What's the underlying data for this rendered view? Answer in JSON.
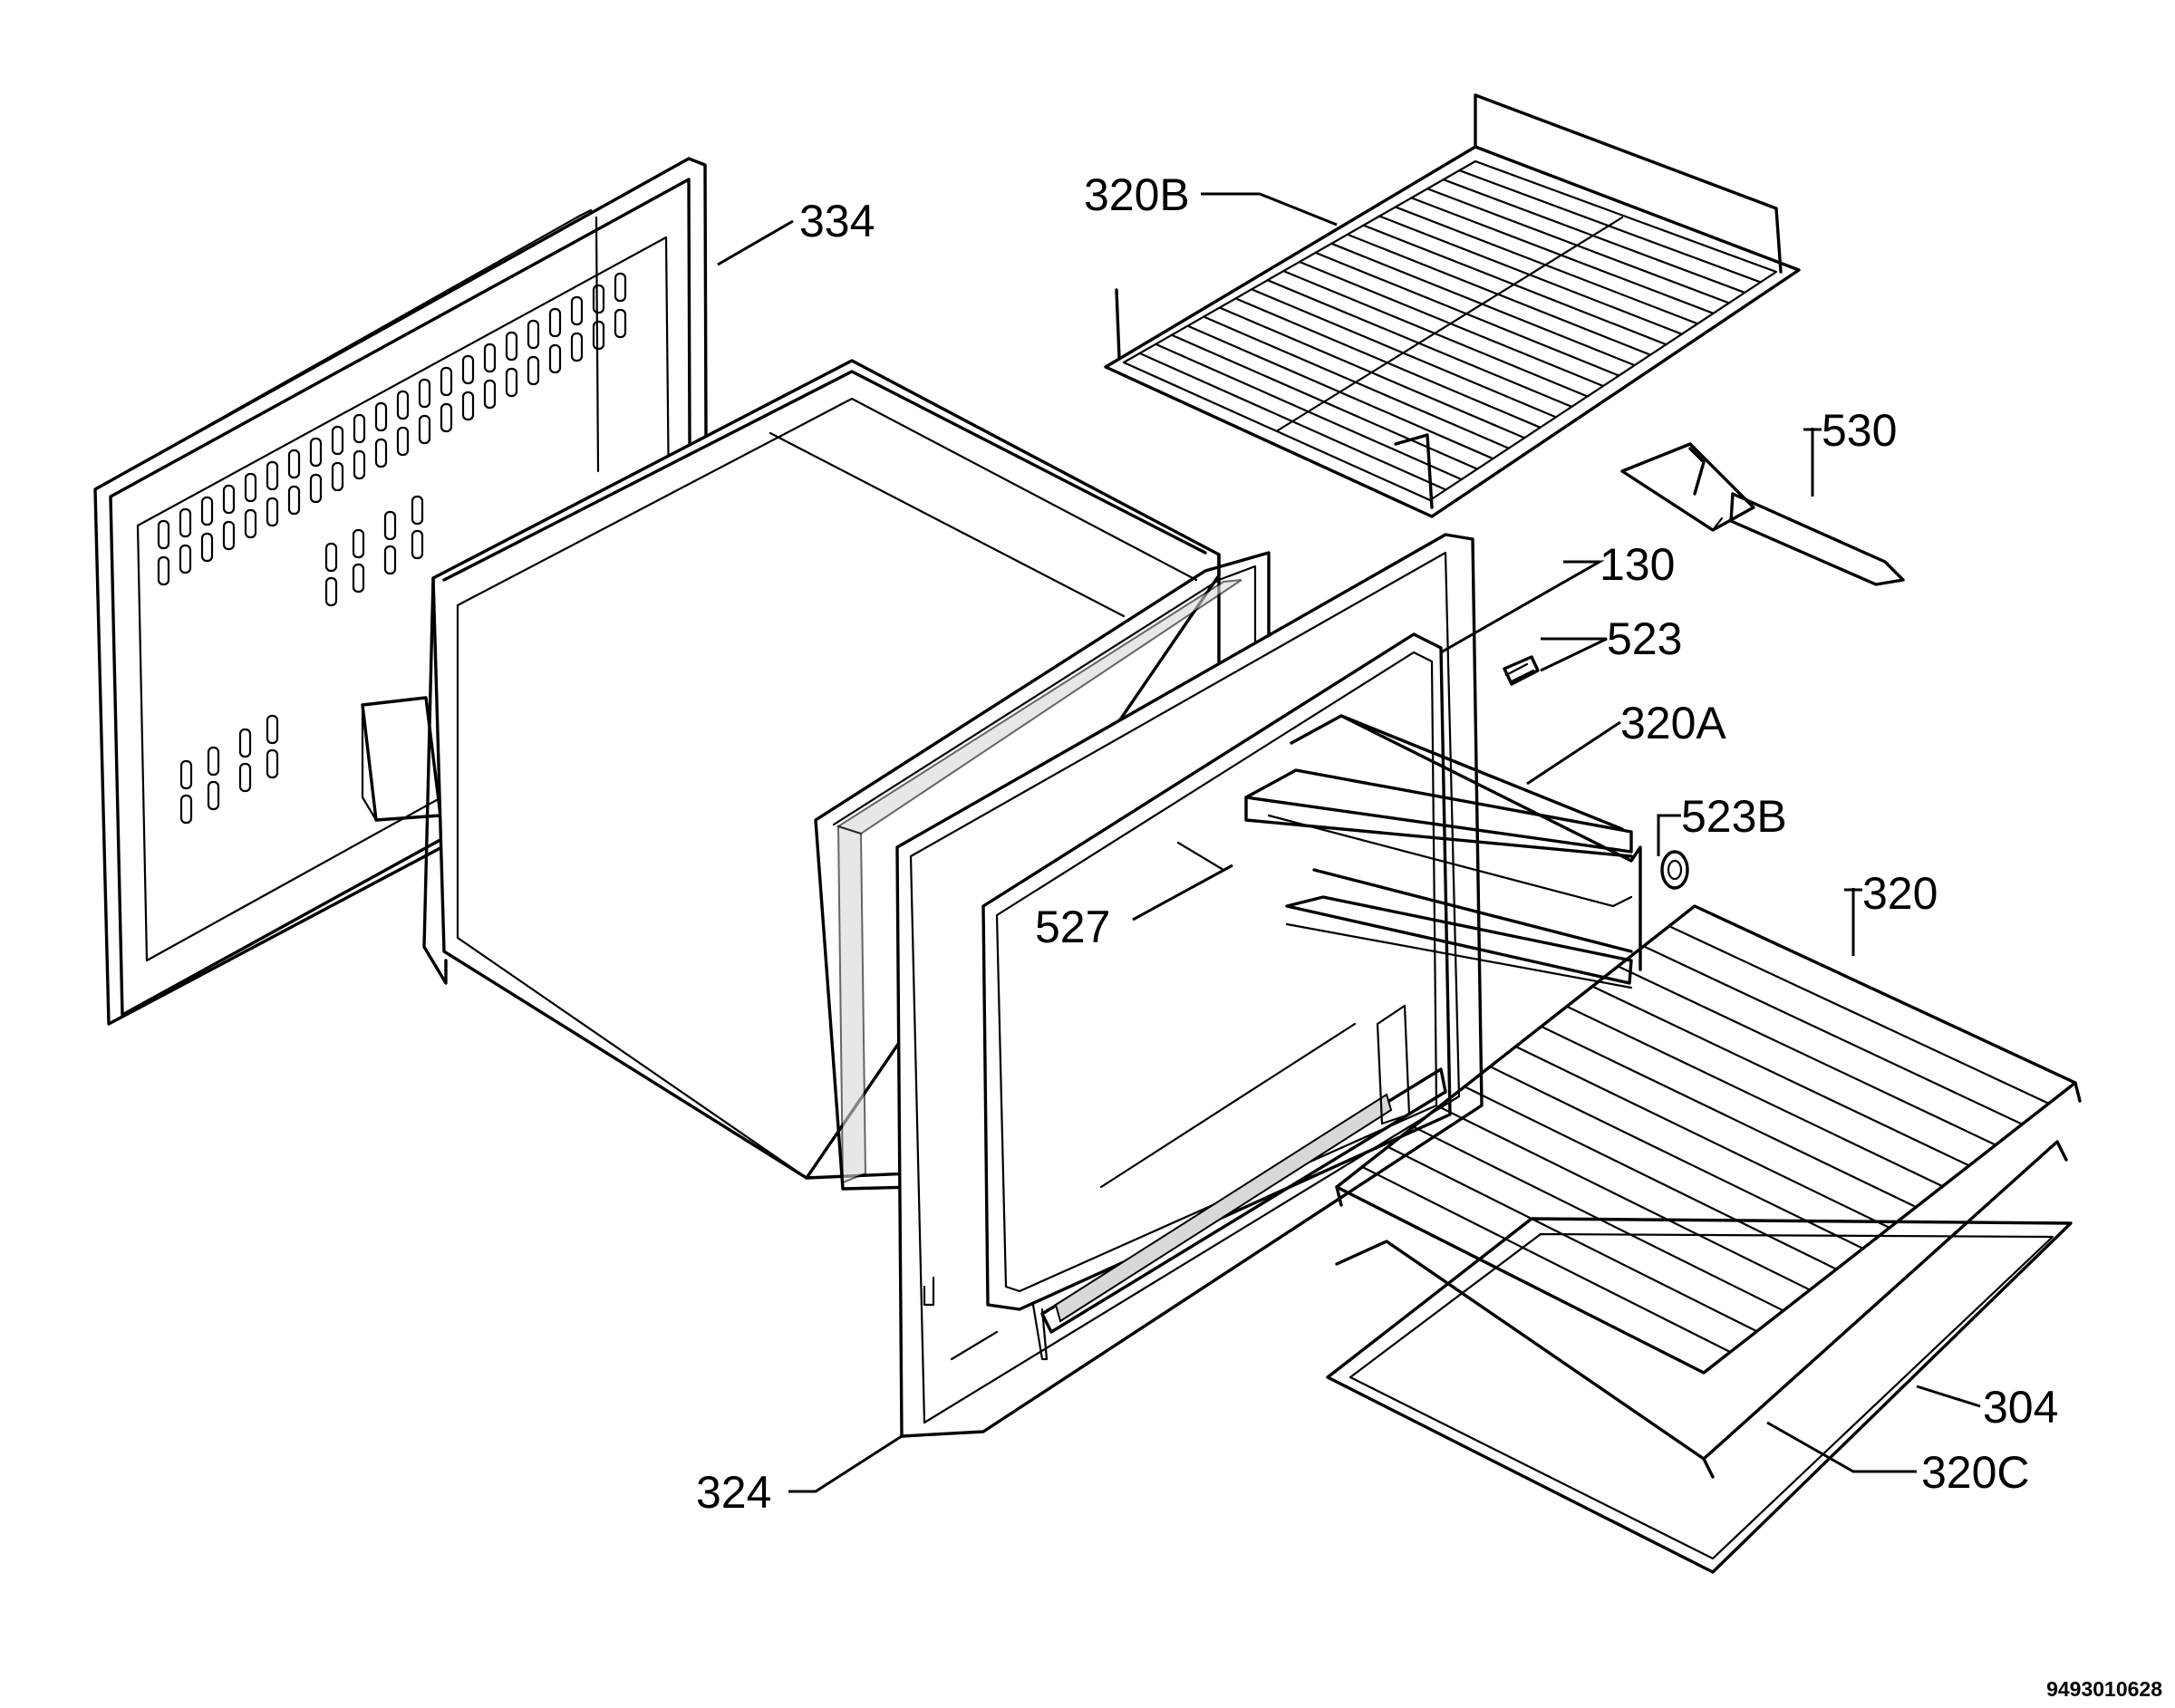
{
  "labels": {
    "l334": "334",
    "l320b": "320B",
    "l530": "530",
    "l130": "130",
    "l523": "523",
    "l320a": "320A",
    "l523b": "523B",
    "l320": "320",
    "l527": "527",
    "l304": "304",
    "l320c": "320C",
    "l324": "324"
  },
  "document_number": "9493010628"
}
